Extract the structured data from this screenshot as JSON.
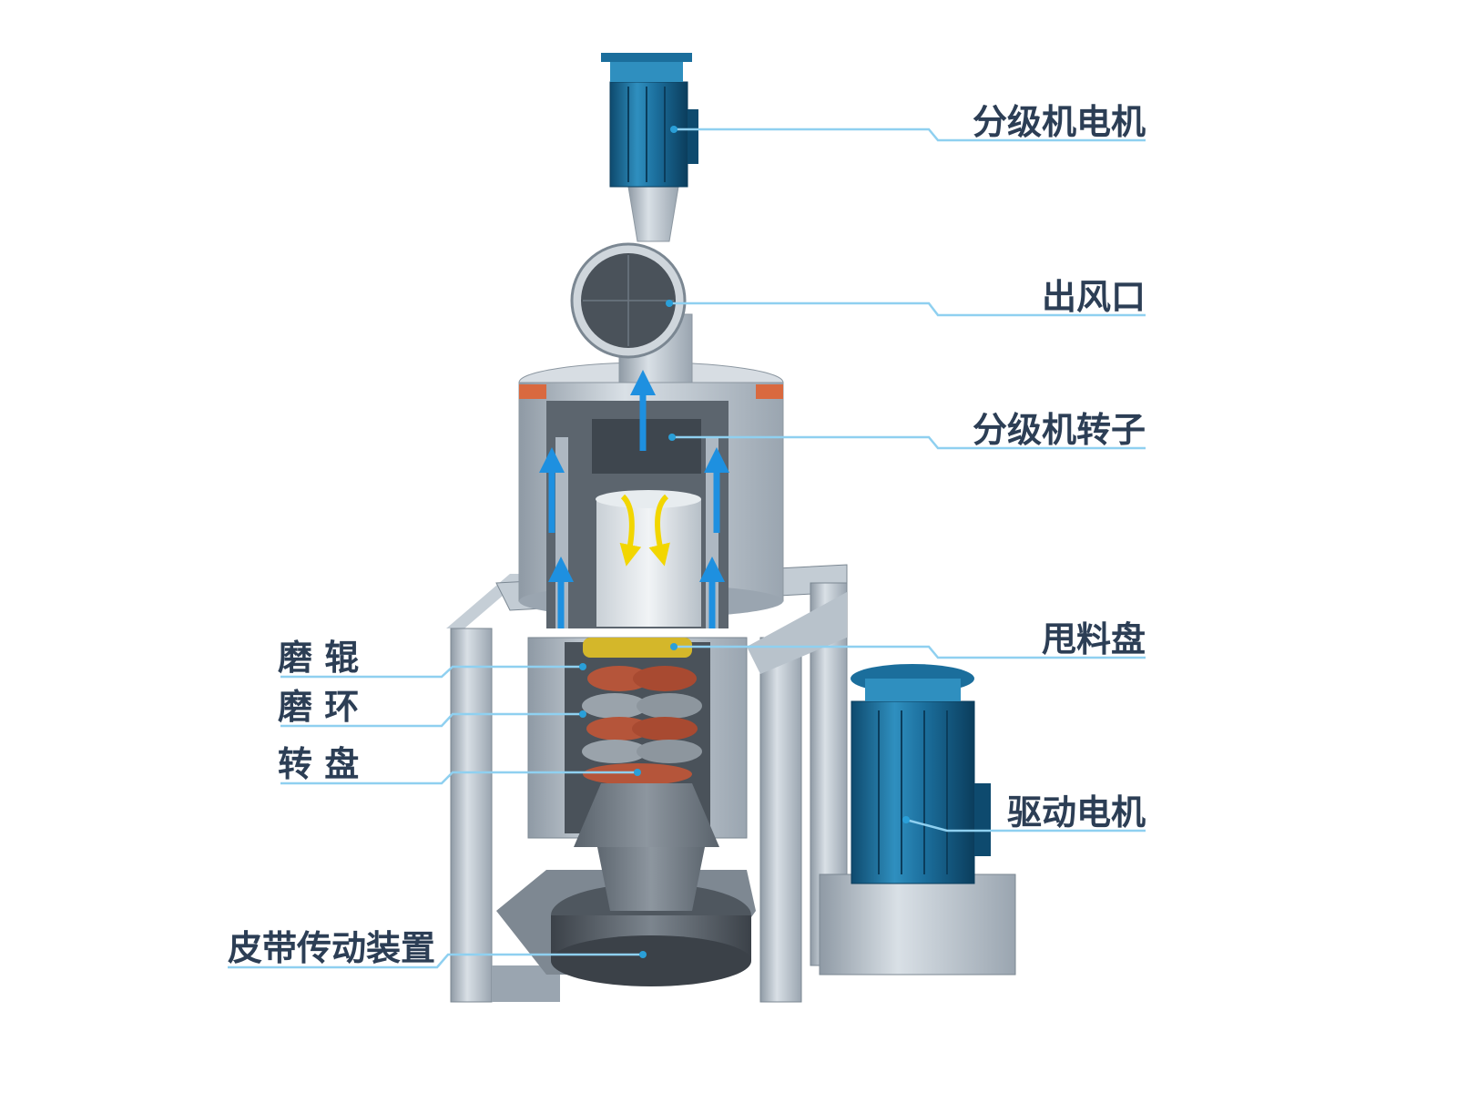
{
  "diagram": {
    "colors": {
      "label_text": "#2c3e55",
      "leader_line": "#8fd0f0",
      "leader_dot": "#2a9fd8",
      "motor_blue": "#1b6e9c",
      "frame_steel": "#aeb8c2",
      "airflow_arrow": "#1e90e0",
      "material_arrow": "#f2d600",
      "flange_accent": "#d9693f"
    },
    "labels": {
      "classifier_motor": "分级机电机",
      "air_outlet": "出风口",
      "classifier_rotor": "分级机转子",
      "material_disc": "甩料盘",
      "grinding_roller": "磨 辊",
      "grinding_ring": "磨 环",
      "turntable": "转 盘",
      "drive_motor": "驱动电机",
      "belt_drive": "皮带传动装置"
    }
  }
}
